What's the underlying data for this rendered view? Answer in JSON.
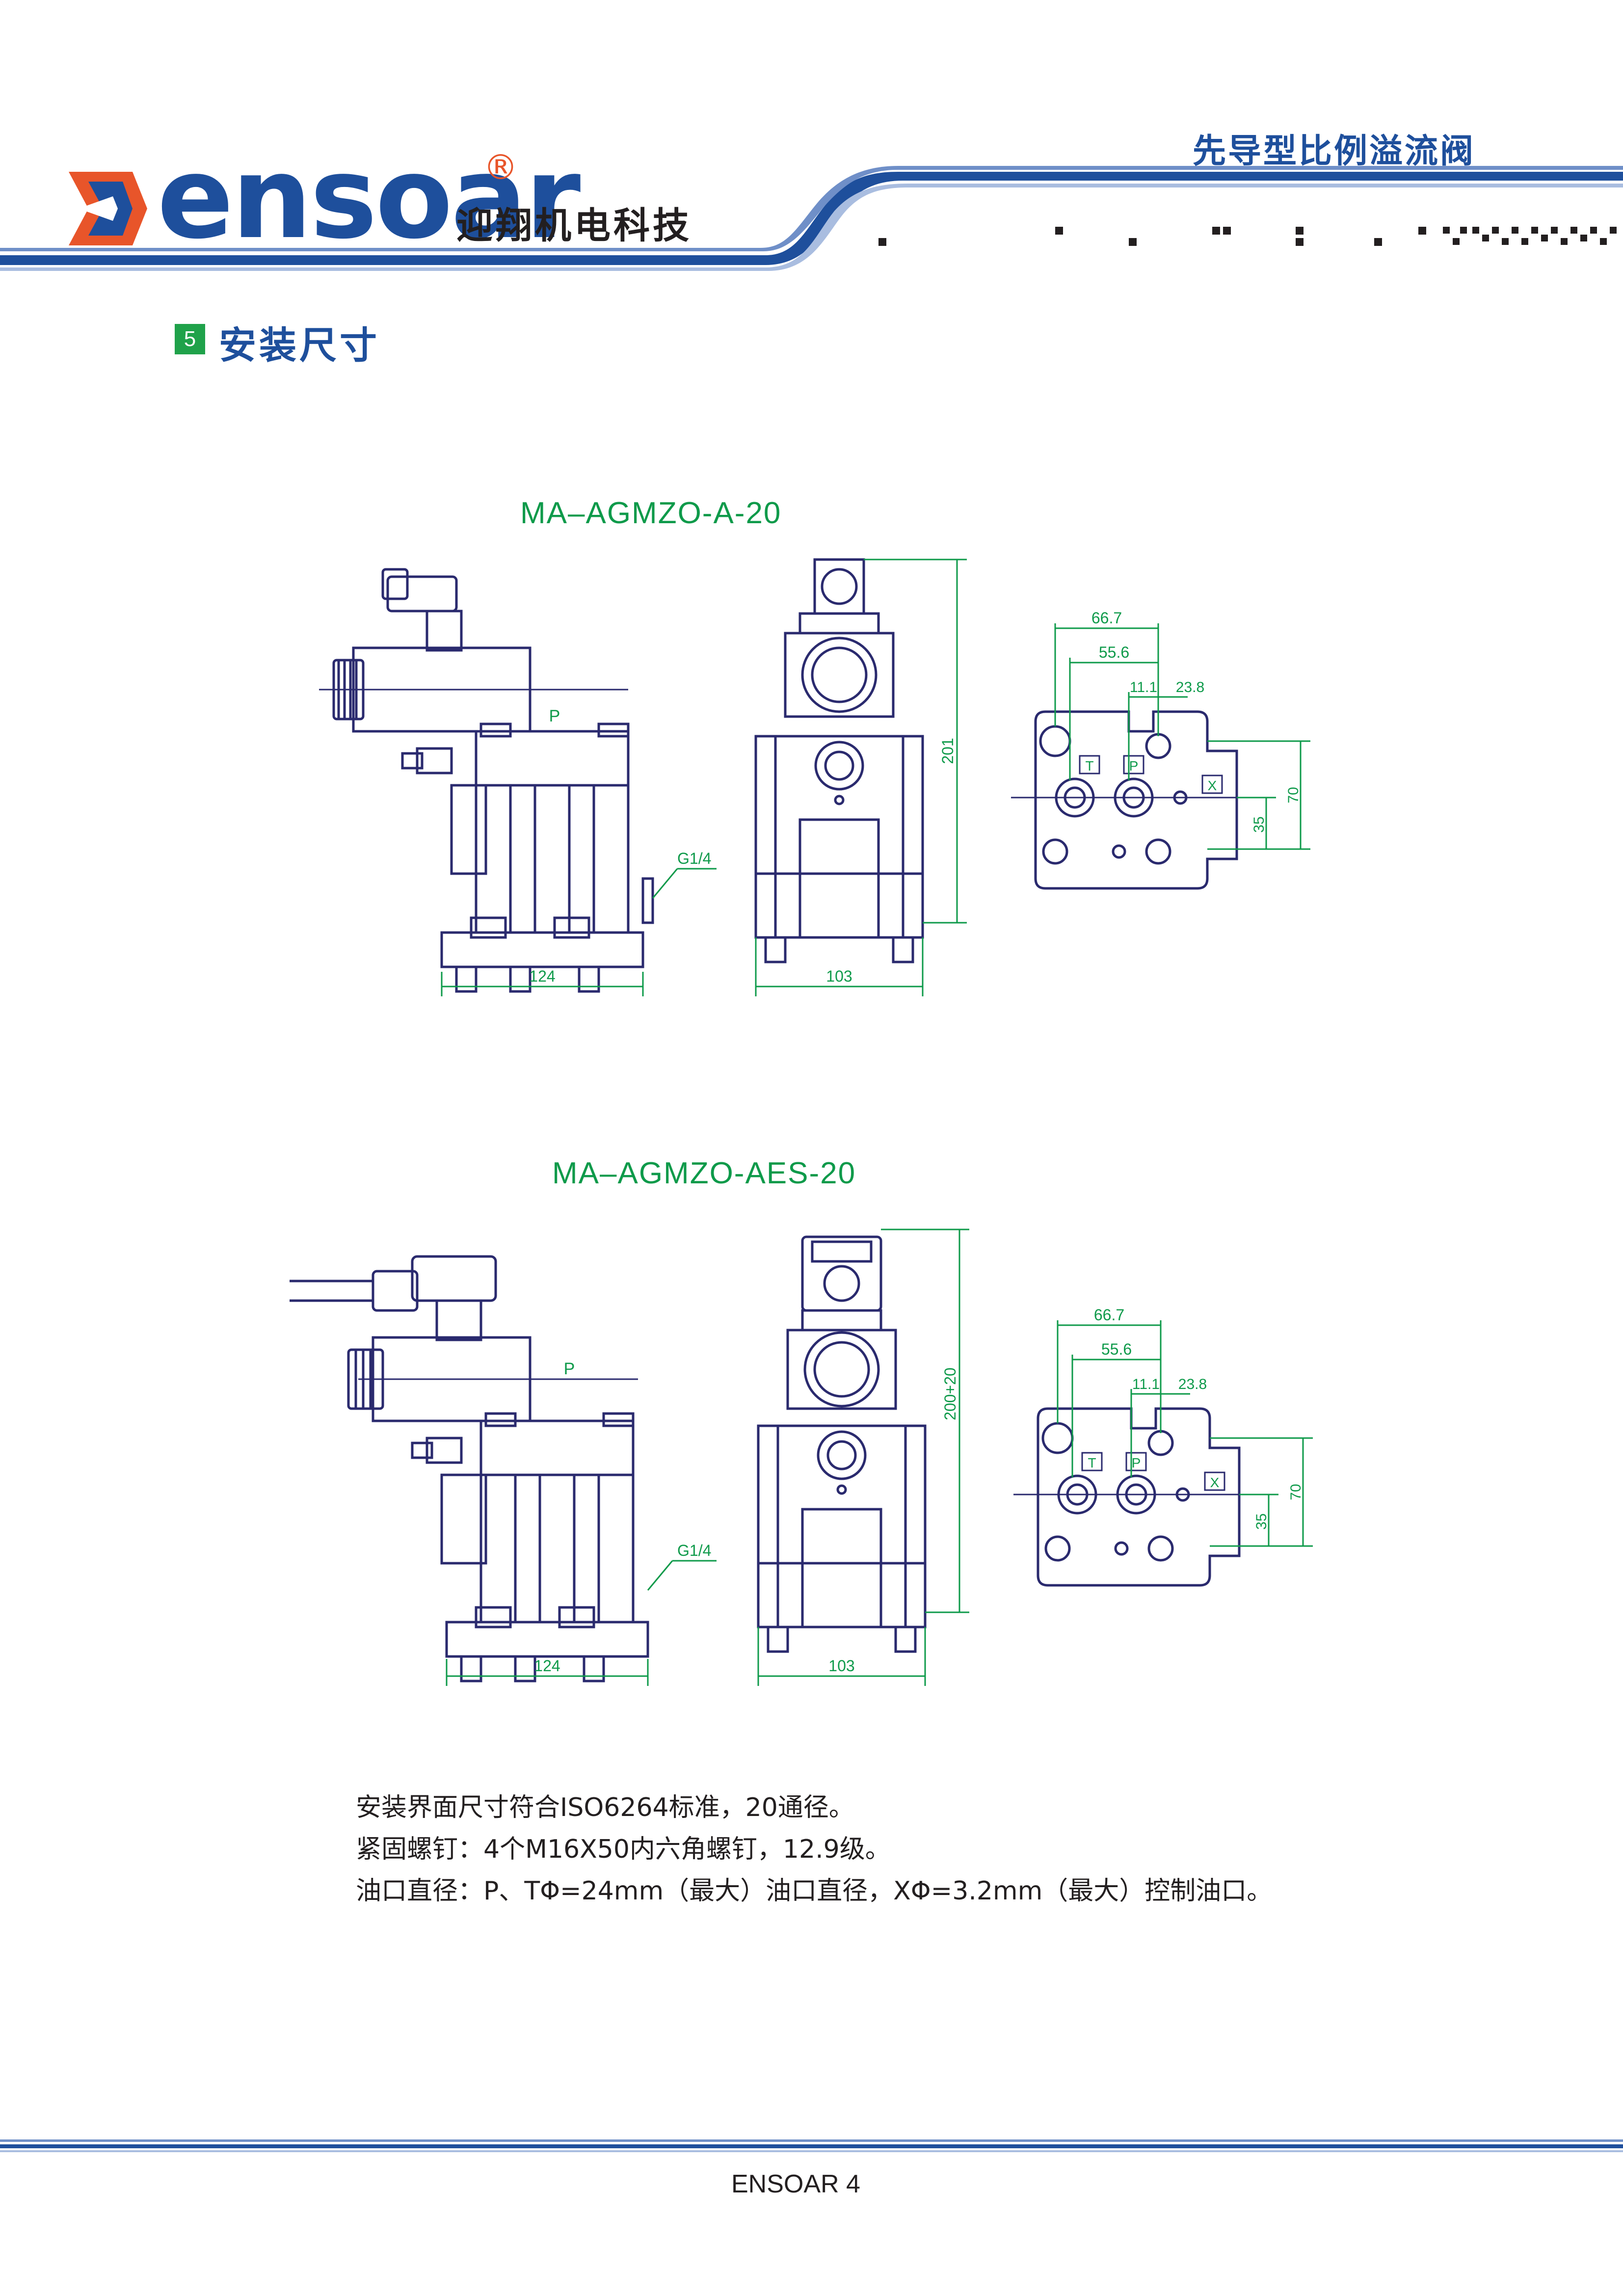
{
  "header": {
    "title": "先导型比例溢流阀",
    "brand_latin": "ensoar",
    "brand_cn": "迎翔机电科技",
    "registered": "®"
  },
  "section": {
    "number": "5",
    "title": "安装尺寸"
  },
  "drawings": [
    {
      "model": "MA–AGMZO-A-20",
      "port_label": "P",
      "thread_label": "G1/4",
      "width_side": "124",
      "width_front": "103",
      "height": "201",
      "mount_face": {
        "d1": "66.7",
        "d2": "55.6",
        "d3": "11.1",
        "d4": "23.8",
        "h1": "35",
        "h2": "70",
        "port_t": "T",
        "port_p": "P",
        "port_x": "X"
      }
    },
    {
      "model": "MA–AGMZO-AES-20",
      "port_label": "P",
      "thread_label": "G1/4",
      "width_side": "124",
      "width_front": "103",
      "height": "200+20",
      "mount_face": {
        "d1": "66.7",
        "d2": "55.6",
        "d3": "11.1",
        "d4": "23.8",
        "h1": "35",
        "h2": "70",
        "port_t": "T",
        "port_p": "P",
        "port_x": "X"
      }
    }
  ],
  "notes": [
    "安装界面尺寸符合ISO6264标准，20通径。",
    "紧固螺钉：4个M16X50内六角螺钉，12.9级。",
    "油口直径：P、TΦ=24mm（最大）油口直径，XΦ=3.2mm（最大）控制油口。"
  ],
  "footer": {
    "text": "ENSOAR 4"
  },
  "colors": {
    "brand_blue": "#1e4f9c",
    "accent_green": "#1fa24a",
    "dimension_green": "#0e9a4a",
    "drawing_navy": "#2a2a6e",
    "logo_orange": "#e8552a"
  }
}
